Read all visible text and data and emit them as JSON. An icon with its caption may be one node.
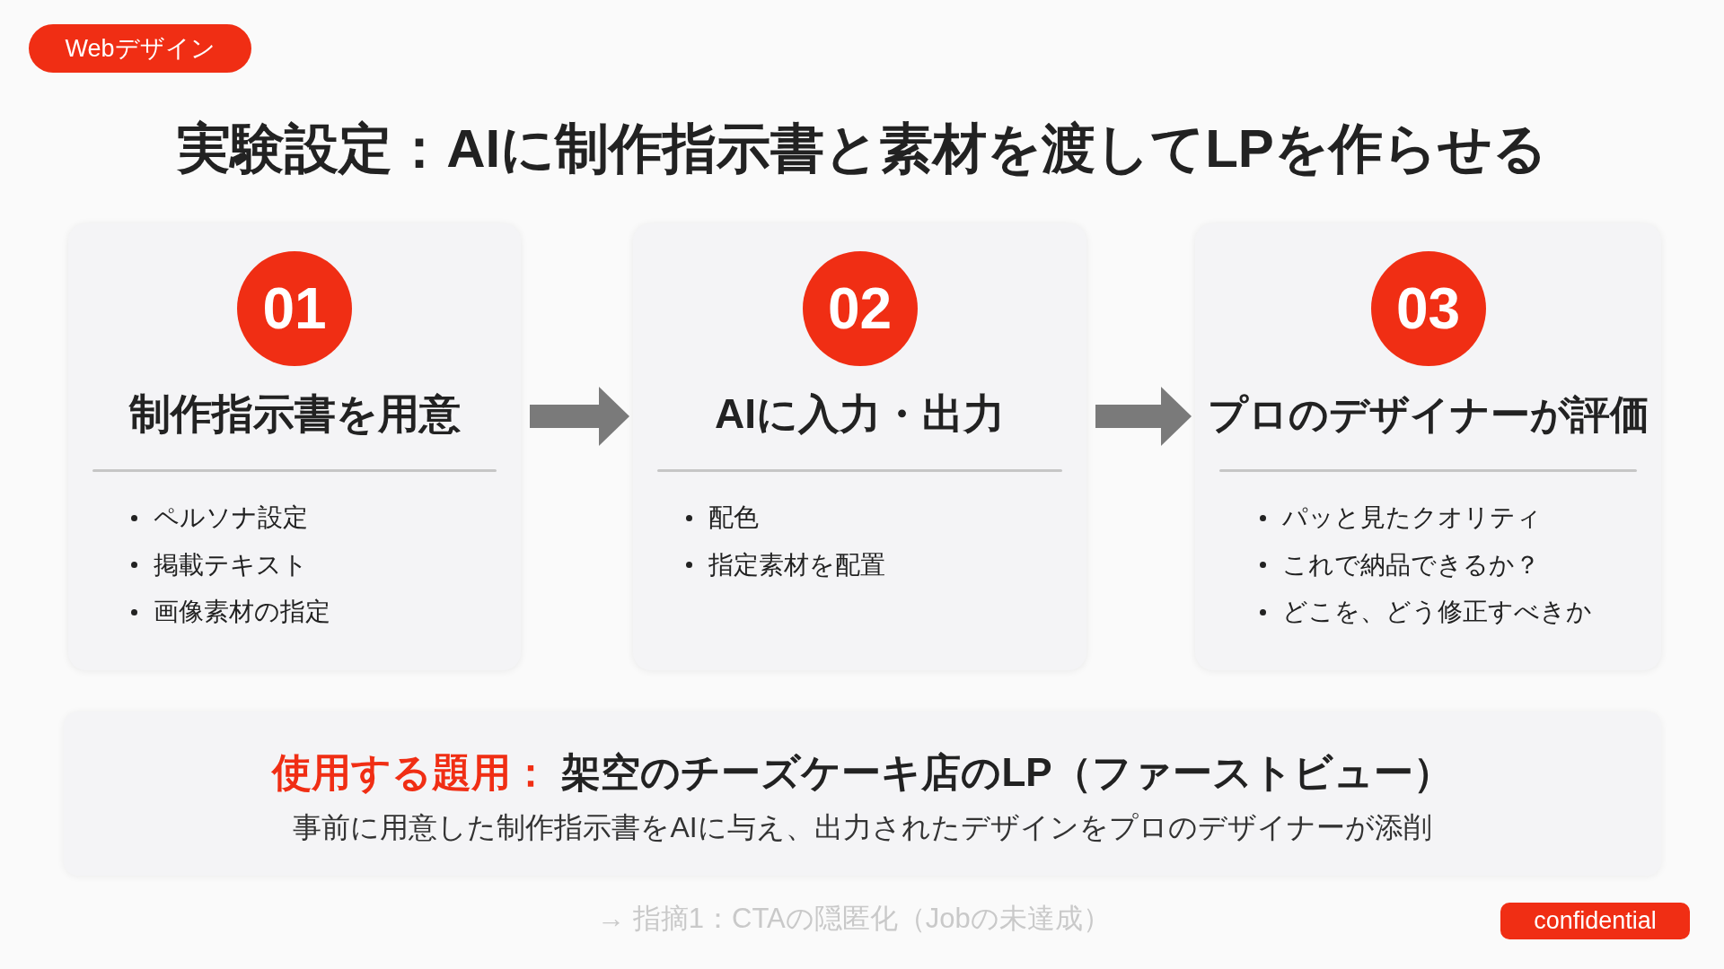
{
  "diagram": {
    "title": "実験設定：AIに制作指示書と素材を渡してLPを作らせる",
    "nodes": [
      {
        "text": [
          "Webデザイン"
        ]
      },
      {
        "text": [
          "制作指示書を用意",
          "ペルソナ設定",
          "掲載テキスト",
          "画像素材の指定"
        ]
      },
      {
        "text": [
          "01"
        ],
        "in": 1
      },
      {
        "text": [
          "AIに入力・出力",
          "配色",
          "指定素材を配置"
        ]
      },
      {
        "text": [
          "02"
        ],
        "in": 3
      },
      {
        "text": [
          "プロのデザイナーが評価",
          "パッと見たクオリティ",
          "これで納品できるか？",
          "どこを、どう修正すべきか"
        ]
      },
      {
        "text": [
          "03"
        ],
        "in": 5
      },
      {
        "text": [
          "使用する題用：",
          "架空のチーズケーキ店のLP（ファーストビュー）",
          "事前に用意した制作指示書をAIに与え、出力されたデザインをプロのデザイナーが添削"
        ]
      },
      {
        "text": [
          "confidential"
        ]
      }
    ],
    "edges": [
      {
        "from": 1,
        "to": 3,
        "arrow": "to"
      },
      {
        "from": 3,
        "to": 5,
        "arrow": "to"
      }
    ],
    "labels": [
      "→ 指摘1：CTAの隠匿化（Jobの未達成）"
    ]
  }
}
